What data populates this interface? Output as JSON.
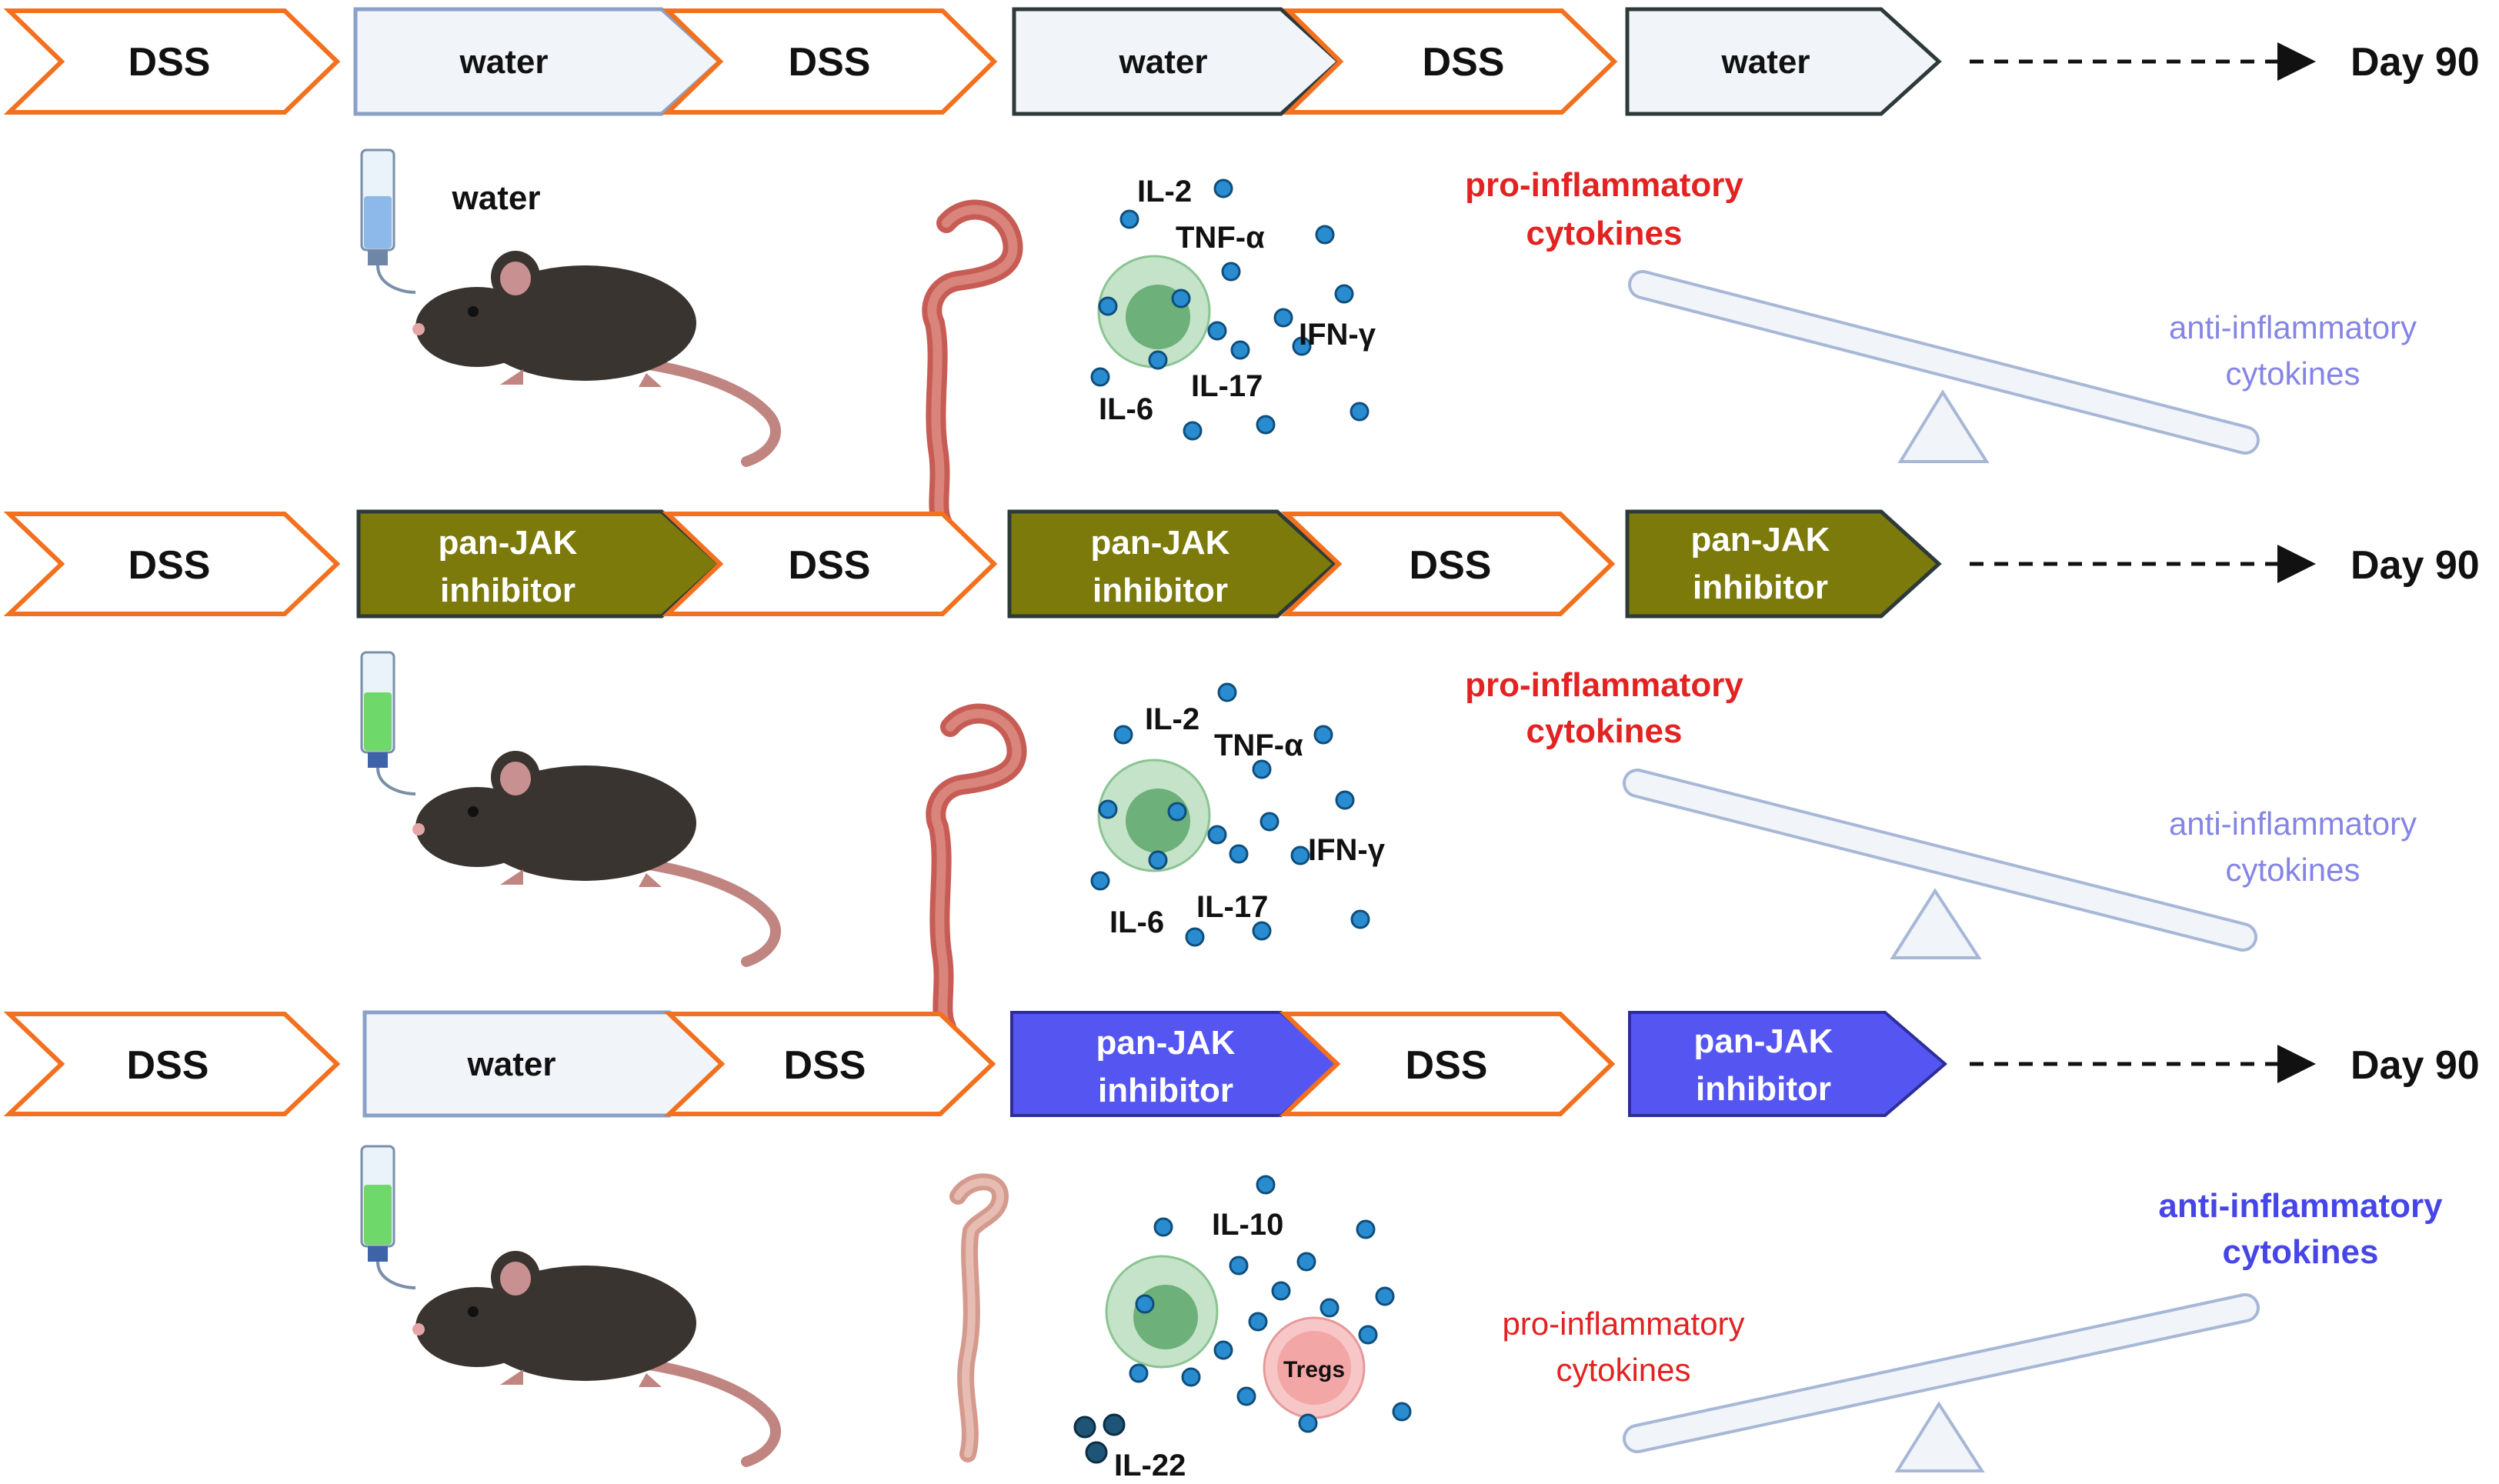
{
  "colors": {
    "dss_border": "#F2701E",
    "water_fill": "#F1F5FA",
    "water_border_light": "#8AA0C8",
    "water_border_dark": "#2E3A3A",
    "olive": "#7B7A0A",
    "violet": "#5555F2",
    "pro_red": "#E32222",
    "anti_violet_light": "#8585E6",
    "anti_violet_bold": "#4646E8",
    "dot": "#2A8CD0",
    "cell_green": "#9FD0A6",
    "treg_pink": "#F3A6A6"
  },
  "labels": {
    "dss": "DSS",
    "water": "water",
    "day": "Day 90",
    "jak_line1": "pan-JAK",
    "jak_line2": "inhibitor",
    "water_note": "water",
    "pro_line1": "pro-inflammatory",
    "pro_line2": "cytokines",
    "anti_line1": "anti-inflammatory",
    "anti_line2": "cytokines",
    "tregs": "Tregs"
  },
  "cytokines": {
    "il2": "IL-2",
    "tnf": "TNF-α",
    "ifn": "IFN-γ",
    "il6": "IL-6",
    "il17": "IL-17",
    "il10": "IL-10",
    "il22": "IL-22"
  }
}
